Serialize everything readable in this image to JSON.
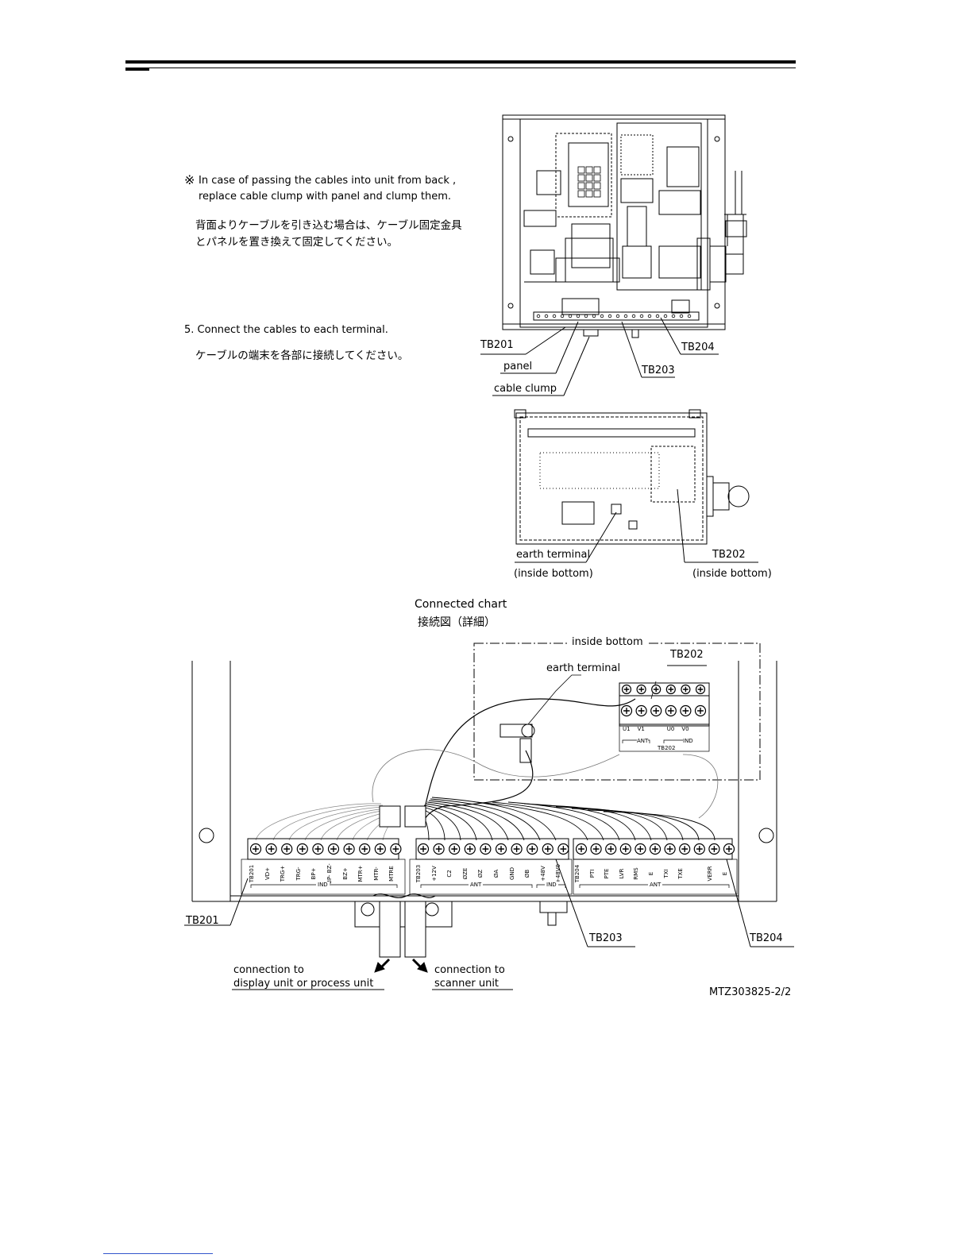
{
  "note": {
    "mark": "※",
    "en_line1": "In case of passing the cables into unit from back ,",
    "en_line2": "replace cable clump with panel and clump them.",
    "jp_line1": "背面よりケーブルを引き込む場合は、ケーブル固定金具",
    "jp_line2": "とパネルを置き換えて固定してください。"
  },
  "step5": {
    "en": "5. Connect  the cables to each terminal.",
    "jp": "ケーブルの端末を各部に接続してください。"
  },
  "top_view": {
    "tb201": "TB201",
    "panel": "panel",
    "cable_clump": "cable clump",
    "tb203": "TB203",
    "tb204": "TB204"
  },
  "bottom_view": {
    "earth_terminal": "earth terminal",
    "earth_sub": "(inside bottom)",
    "tb202": "TB202",
    "tb202_sub": "(inside bottom)"
  },
  "chart": {
    "title_en": "Connected chart",
    "title_jp": "接続図（詳細）",
    "inside_bottom": "inside bottom",
    "tb202": "TB202",
    "earth_terminal": "earth terminal",
    "tb202_terms": [
      "U1",
      "V1",
      "",
      "U0",
      "V0",
      ""
    ],
    "tb202_groups": [
      "ANT",
      "IND"
    ],
    "tb202_name": "TB202",
    "tb201_terms": [
      "TB201",
      "VD+",
      "TRG+",
      "TRG-",
      "BP+",
      "BP- BZ-",
      "BZ+",
      "MTR+",
      "MTR-",
      "MTRE"
    ],
    "tb201_group": "IND",
    "tb203_terms": [
      "TB203",
      "+12V",
      "C2",
      "ØZE",
      "ØZ",
      "ØA",
      "GND",
      "ØB",
      "+48V",
      "+48V0"
    ],
    "tb203_groups": [
      "ANT",
      "IND"
    ],
    "tb204_terms": [
      "TB204",
      "PTI",
      "PTE",
      "LVR",
      "RMS",
      "E",
      "TXI",
      "TXE",
      "",
      "VERR",
      "E"
    ],
    "tb204_group": "ANT",
    "tb201_label": "TB201",
    "tb203_label": "TB203",
    "tb204_label": "TB204",
    "conn_display_1": "connection to",
    "conn_display_2": "display unit or process unit",
    "conn_scanner_1": "connection to",
    "conn_scanner_2": "scanner unit",
    "doc_code": "MTZ303825-2/2"
  }
}
